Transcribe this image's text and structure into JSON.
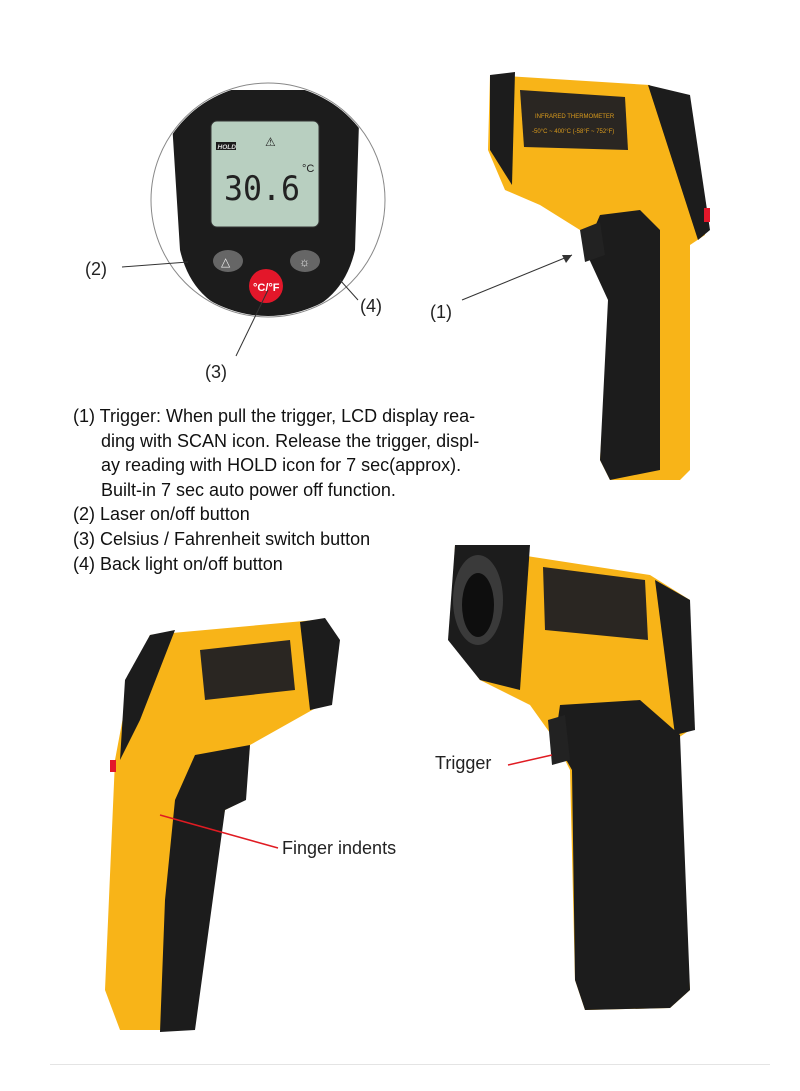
{
  "callouts": {
    "c1": "(1)",
    "c2": "(2)",
    "c3": "(3)",
    "c4": "(4)",
    "trigger": "Trigger",
    "finger_indents": "Finger indents"
  },
  "description": {
    "item1_lines": [
      "(1) Trigger: When pull the trigger, LCD display rea-",
      "ding with SCAN icon. Release the trigger, displ-",
      "ay reading with HOLD icon for 7 sec(approx).",
      "Built-in 7 sec auto power off function."
    ],
    "item2": "(2) Laser on/off button",
    "item3": "(3) Celsius / Fahrenheit switch button",
    "item4": "(4) Back light on/off button"
  },
  "device": {
    "label_title": "INFRARED THERMOMETER",
    "label_range": "-50°C ~ 400°C (-58°F ~ 752°F)",
    "lcd_hold": "HOLD",
    "lcd_reading": "30.6",
    "lcd_unit": "°C",
    "unit_button": "°C/°F"
  },
  "colors": {
    "body_yellow": "#f8b418",
    "grip_black": "#1c1c1c",
    "lcd_green": "#b8cfc0",
    "unit_button_red": "#e3172a",
    "callout_red": "#e01b22"
  }
}
